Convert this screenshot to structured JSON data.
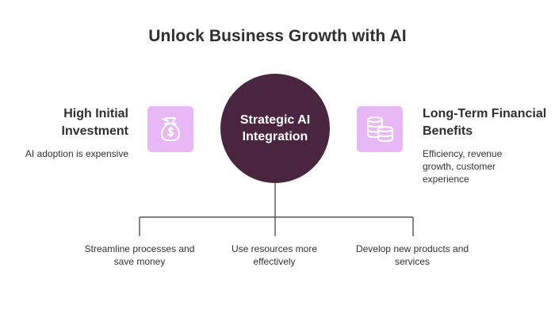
{
  "title": "Unlock Business Growth with AI",
  "center": {
    "label": "Strategic AI Integration"
  },
  "left": {
    "heading": "High Initial Investment",
    "description": "AI adoption is expensive",
    "icon": "money-bag-icon"
  },
  "right": {
    "heading": "Long-Term Financial Benefits",
    "description": "Efficiency, revenue growth, customer experience",
    "icon": "coin-stack-icon"
  },
  "outcomes": [
    {
      "label": "Streamline processes and save money"
    },
    {
      "label": "Use resources more effectively"
    },
    {
      "label": "Develop new products and services"
    }
  ],
  "colors": {
    "center_circle": "#4a2540",
    "icon_box": "#e7b8f5",
    "connector": "#555555"
  }
}
